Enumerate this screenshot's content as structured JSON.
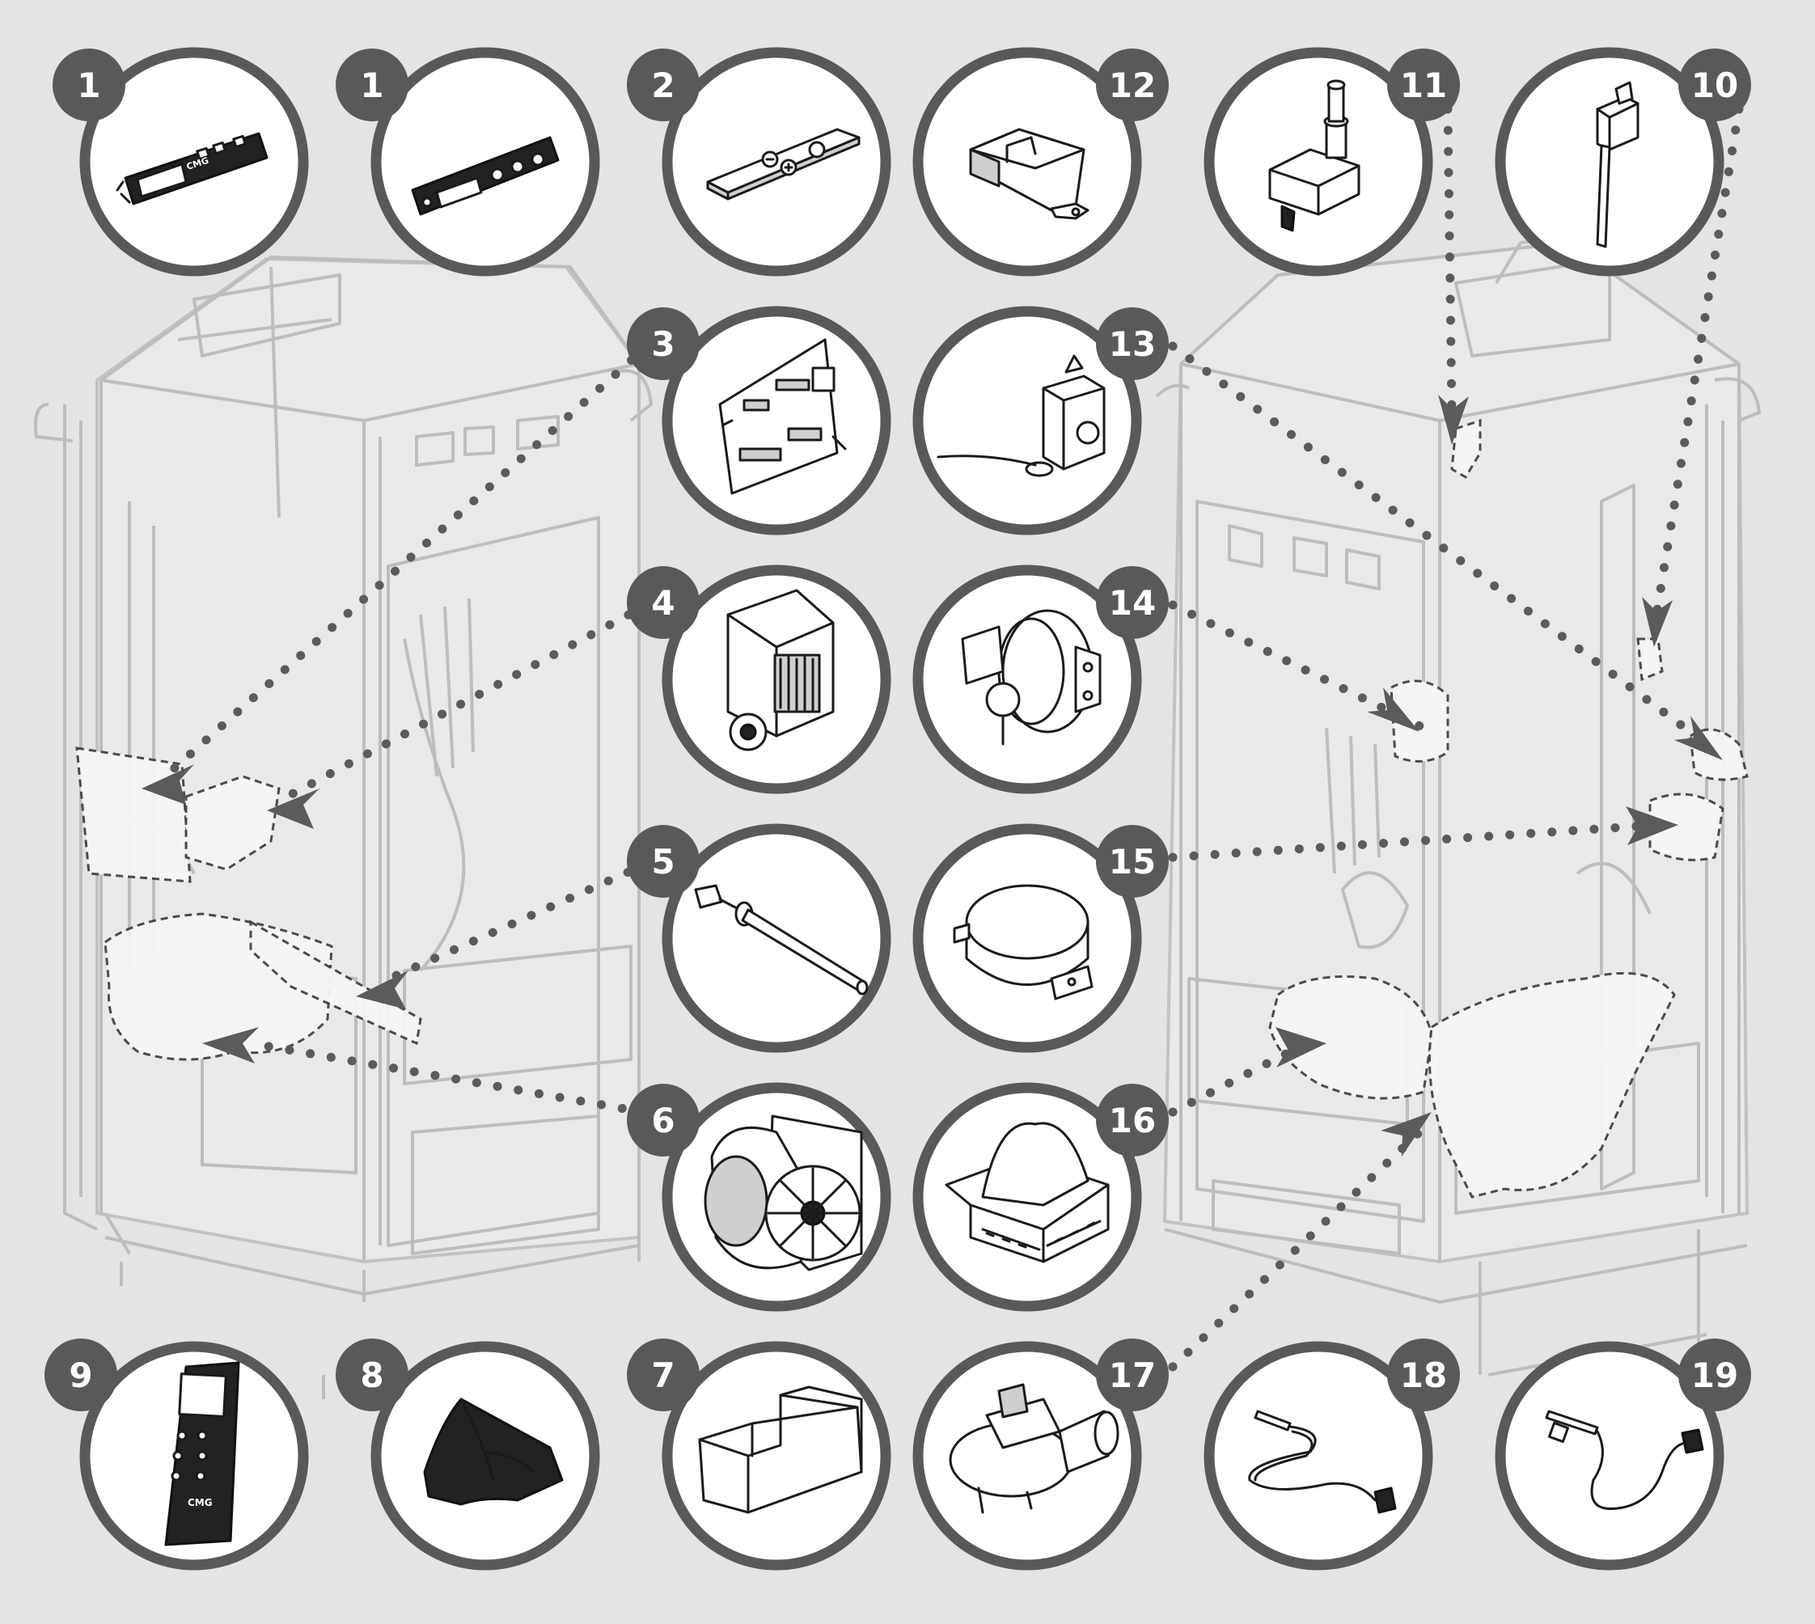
{
  "callouts": [
    {
      "number": "1",
      "part": "control-panel"
    },
    {
      "number": "1",
      "part": "control-panel"
    },
    {
      "number": "2",
      "part": "remote-control"
    },
    {
      "number": "12",
      "part": "motor-cover"
    },
    {
      "number": "11",
      "part": "lid-microswitch"
    },
    {
      "number": "10",
      "part": "door-microswitch"
    },
    {
      "number": "3",
      "part": "electronic-board"
    },
    {
      "number": "13",
      "part": "safety-thermostat"
    },
    {
      "number": "4",
      "part": "gear-motor"
    },
    {
      "number": "14",
      "part": "pressure-switch"
    },
    {
      "number": "5",
      "part": "ignition-resistor"
    },
    {
      "number": "15",
      "part": "thermostat-disc"
    },
    {
      "number": "6",
      "part": "ambient-fan"
    },
    {
      "number": "16",
      "part": "burn-pot"
    },
    {
      "number": "9",
      "part": "wall-display"
    },
    {
      "number": "8",
      "part": "grate-support"
    },
    {
      "number": "7",
      "part": "ash-drawer"
    },
    {
      "number": "17",
      "part": "smoke-extractor"
    },
    {
      "number": "18",
      "part": "temperature-probe"
    },
    {
      "number": "19",
      "part": "smoke-probe"
    }
  ],
  "logo_text": "CMG",
  "colors": {
    "background": "#e4e4e4",
    "ring": "#595959",
    "badge": "#595959",
    "leader": "#5b5b5b",
    "stove_outline": "#bdbdbd"
  }
}
